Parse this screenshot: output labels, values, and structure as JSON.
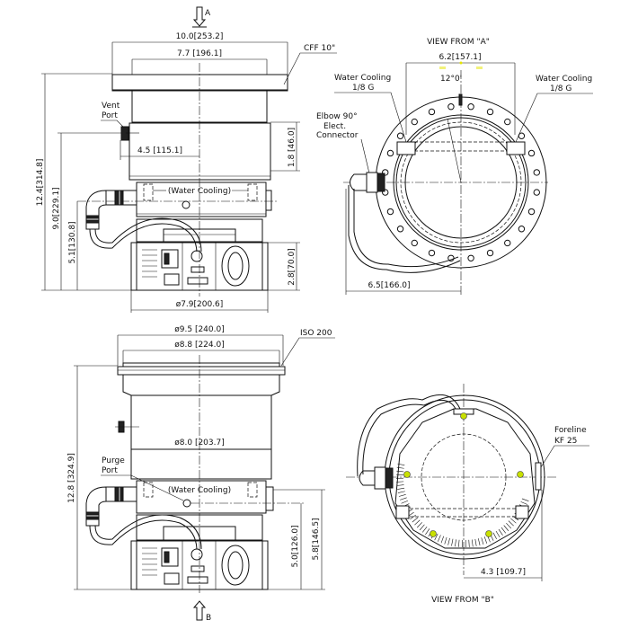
{
  "side_view_a": {
    "view_arrow_label": "A",
    "dim_flange_width": "10.0[253.2]",
    "dim_body_width": "7.7 [196.1]",
    "flange_label": "CFF 10\"",
    "vent_port_line1": "Vent",
    "vent_port_line2": "Port",
    "dim_vent_offset": "4.5 [115.1]",
    "dim_upper_band": "1.8 [46.0]",
    "dim_total_height": "12.4[314.8]",
    "dim_vent_height": "9.0[229.1]",
    "dim_connector_height": "5.1[130.8]",
    "dim_electronics_height": "2.8[70.0]",
    "dim_base_diameter": "ø7.9[200.6]",
    "water_cooling_label": "(Water Cooling)"
  },
  "top_view_a": {
    "title": "VIEW FROM \"A\"",
    "dim_cooling_spacing": "6.2[157.1]",
    "angle_label": "12°0'",
    "water_cooling_left_line1": "Water Cooling",
    "water_cooling_left_line2": "1/8 G",
    "water_cooling_right_line1": "Water Cooling",
    "water_cooling_right_line2": "1/8 G",
    "elbow_line1": "Elbow 90°",
    "elbow_line2": "Elect.",
    "elbow_line3": "Connector",
    "dim_connector_offset": "6.5[166.0]"
  },
  "side_view_b": {
    "dim_flange_outer": "ø9.5 [240.0]",
    "dim_flange_inner": "ø8.8 [224.0]",
    "flange_label": "ISO 200",
    "dim_body_diameter": "ø8.0 [203.7]",
    "purge_port_line1": "Purge",
    "purge_port_line2": "Port",
    "water_cooling_label": "(Water Cooling)",
    "dim_total_height": "12.8 [324.9]",
    "dim_purge_height": "5.0[126.0]",
    "dim_foreline_height": "5.8[146.5]",
    "view_arrow_label": "B"
  },
  "bottom_view_b": {
    "title": "VIEW FROM \"B\"",
    "foreline_line1": "Foreline",
    "foreline_line2": "KF 25",
    "dim_foreline_offset": "4.3 [109.7]",
    "accent_color": "#c8e000"
  }
}
